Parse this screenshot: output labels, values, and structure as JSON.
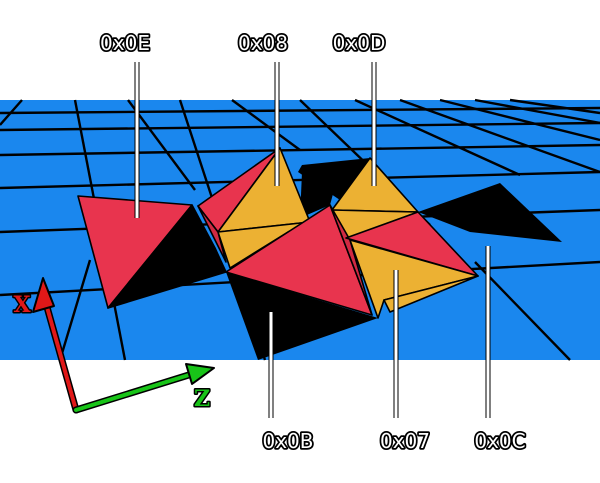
{
  "colors": {
    "background": "#ffffff",
    "ground": "#1a87ee",
    "grid_lines": "#000000",
    "shadow": "#000000",
    "red_face": "#e8344e",
    "orange_face": "#ecb133",
    "x_axis": "#e01818",
    "z_axis": "#18c418",
    "label_text": "#ffffff"
  },
  "axes": {
    "x": {
      "label": "X",
      "color": "#e01818",
      "icon": "arrow-up-icon"
    },
    "z": {
      "label": "Z",
      "color": "#18c418",
      "icon": "arrow-right-icon"
    }
  },
  "labels": {
    "obj_0e": "0x0E",
    "obj_08": "0x08",
    "obj_0d": "0x0D",
    "obj_0b": "0x0B",
    "obj_07": "0x07",
    "obj_0c": "0x0C"
  }
}
